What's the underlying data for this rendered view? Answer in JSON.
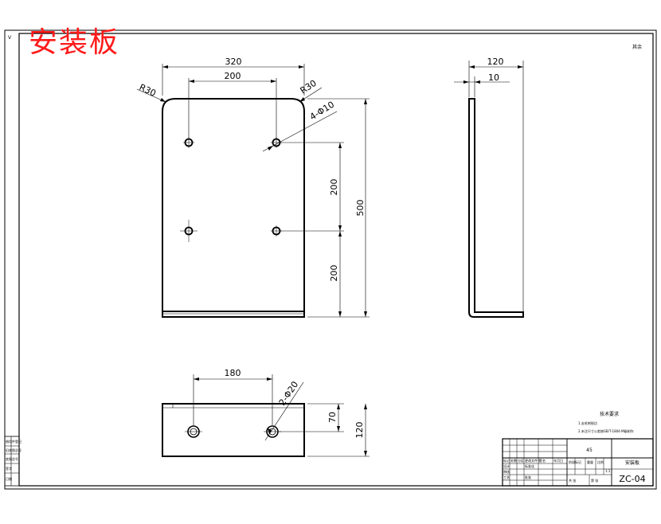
{
  "title": "安装板",
  "corner_mark": "其余",
  "front_view": {
    "width_dim": "320",
    "hole_spacing_dim": "200",
    "radius_left": "R30",
    "radius_right": "R30",
    "hole_callout": "4-Φ10",
    "height_dim": "500",
    "vertical_spacing_upper": "200",
    "vertical_spacing_lower": "200"
  },
  "side_view": {
    "flange_dim": "120",
    "thickness_dim": "10"
  },
  "bottom_view": {
    "hole_spacing_dim": "180",
    "hole_callout": "2-Φ20",
    "hole_offset_dim": "70",
    "height_dim": "120"
  },
  "notes": {
    "heading": "技术要求",
    "line1": "1.去毛刺锐边",
    "line2": "2.未注尺寸公差按GB/T-1804-M级制作"
  },
  "title_block": {
    "material": "45",
    "part_name": "安装板",
    "drawing_number": "ZC-04",
    "scale": "1:1",
    "labels": [
      "标记",
      "处数",
      "分区",
      "更改文件号",
      "签名",
      "年月日",
      "设计",
      "标准化",
      "审核",
      "工艺",
      "批准",
      "阶段标记",
      "重量",
      "比例",
      "共 张",
      "第 张"
    ]
  },
  "left_strip_labels": [
    "借用件登记",
    "旧底图总号",
    "底图总号",
    "签字",
    "日期"
  ]
}
